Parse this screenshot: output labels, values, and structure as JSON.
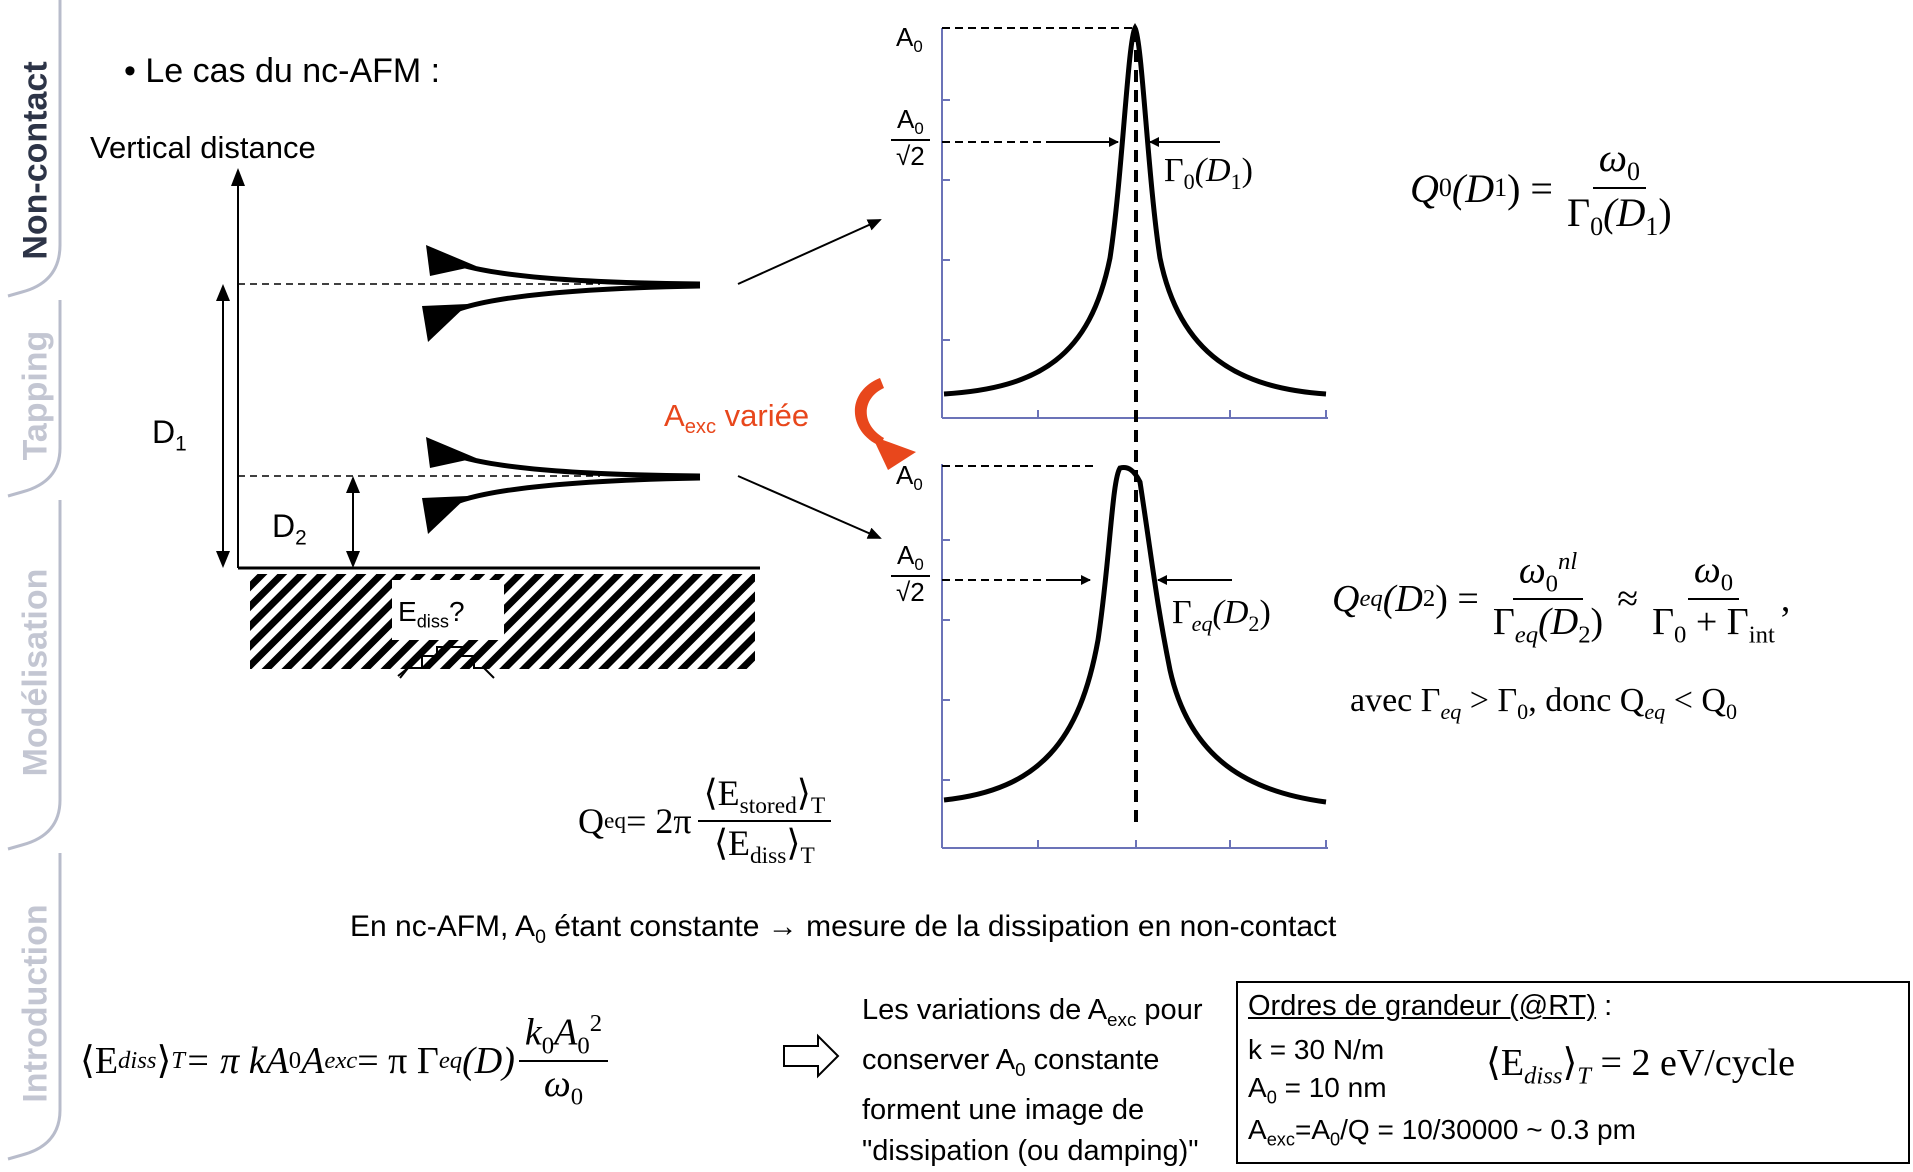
{
  "sidebar": {
    "tabs": [
      {
        "label": "Non-contact"
      },
      {
        "label": "Tapping"
      },
      {
        "label": "Modélisation"
      },
      {
        "label": "Introduction"
      }
    ]
  },
  "heading": "• Le cas du nc-AFM :",
  "left_diagram": {
    "axis_label": "Vertical distance",
    "d1": "D",
    "d1_sub": "1",
    "d2": "D",
    "d2_sub": "2",
    "ediss": "E",
    "ediss_sub": "diss",
    "ediss_q": "?"
  },
  "variation": {
    "a": "A",
    "sub": "exc",
    "text": " variée"
  },
  "top_plot": {
    "a0": "A",
    "a0_sub": "0",
    "frac_num": "A",
    "frac_num_sub": "0",
    "frac_den": "√2",
    "gamma": "Γ",
    "gamma_sub": "0",
    "gamma_arg": "(D",
    "gamma_arg_sub": "1",
    "gamma_close": ")"
  },
  "bottom_plot": {
    "a0": "A",
    "a0_sub": "0",
    "frac_num": "A",
    "frac_num_sub": "0",
    "frac_den": "√2",
    "gamma": "Γ",
    "gamma_sub": "eq",
    "gamma_arg": "(D",
    "gamma_arg_sub": "2",
    "gamma_close": ")"
  },
  "formula_q0": {
    "lhs": "Q",
    "lhs_sub": "0",
    "lhs_arg": "(D",
    "lhs_arg_sub": "1",
    "lhs_close": ") =",
    "num": "ω",
    "num_sub": "0",
    "den": "Γ",
    "den_sub": "0",
    "den_arg": "(D",
    "den_arg_sub": "1",
    "den_close": ")"
  },
  "formula_qeq": {
    "lhs": "Q",
    "lhs_sub": "eq",
    "lhs_arg": "(D",
    "lhs_arg_sub": "2",
    "lhs_close": ") =",
    "num1": "ω",
    "num1_sub": "0",
    "num1_sup": "nl",
    "den1": "Γ",
    "den1_sub": "eq",
    "den1_arg": "(D",
    "den1_arg_sub": "2",
    "den1_close": ")",
    "approx": "≈",
    "num2": "ω",
    "num2_sub": "0",
    "den2_a": "Γ",
    "den2_a_sub": "0",
    "den2_plus": " + Γ",
    "den2_b_sub": "int",
    "comma": ",",
    "line2_a": "avec Γ",
    "line2_sub1": "eq",
    "line2_b": " > Γ",
    "line2_sub2": "0",
    "line2_c": ", donc  Q",
    "line2_sub3": "eq",
    "line2_d": " < Q",
    "line2_sub4": "0"
  },
  "formula_qstored": {
    "lhs": "Q",
    "lhs_sub": "eq",
    "eq": " = 2π",
    "num": "⟨E",
    "num_sub": "stored",
    "num_close": "⟩",
    "num_t": "T",
    "den": "⟨E",
    "den_sub": "diss",
    "den_close": "⟩",
    "den_t": "T"
  },
  "statement": {
    "a": "En nc-AFM, A",
    "sub": "0",
    "b": " étant constante → mesure de la dissipation en non-contact"
  },
  "formula_ediss": {
    "lhs": "⟨E",
    "lhs_sub": "diss",
    "lhs_close": "⟩",
    "lhs_t": "T",
    "mid": " = π kA",
    "mid_sub1": "0",
    "mid_b": "A",
    "mid_sub2": "exc",
    "mid_c": " = π Γ",
    "mid_sub3": "eq",
    "mid_d": "(D)",
    "num": "k",
    "num_sub": "0",
    "num_b": "A",
    "num_sub2": "0",
    "num_sup": "2",
    "den": "ω",
    "den_sub": "0"
  },
  "explanation": {
    "l1a": "Les variations de A",
    "l1sub": "exc",
    "l1b": " pour",
    "l2a": "conserver A",
    "l2sub": "0",
    "l2b": " constante",
    "l3": "forment une image de",
    "l4": "\"dissipation (ou damping)\""
  },
  "magnitudes": {
    "title": "Ordres de grandeur (@RT)",
    "title_colon": " :",
    "k": "k = 30 N/m",
    "a0": "A",
    "a0_sub": "0",
    "a0_val": " = 10 nm",
    "aexc": "A",
    "aexc_sub": "exc",
    "aexc_b": "=A",
    "aexc_sub2": "0",
    "aexc_c": "/Q = 10/30000 ~ 0.3 pm",
    "ediss": "⟨E",
    "ediss_sub": "diss",
    "ediss_close": "⟩",
    "ediss_t": "T",
    "ediss_val": " = 2 eV/cycle"
  }
}
